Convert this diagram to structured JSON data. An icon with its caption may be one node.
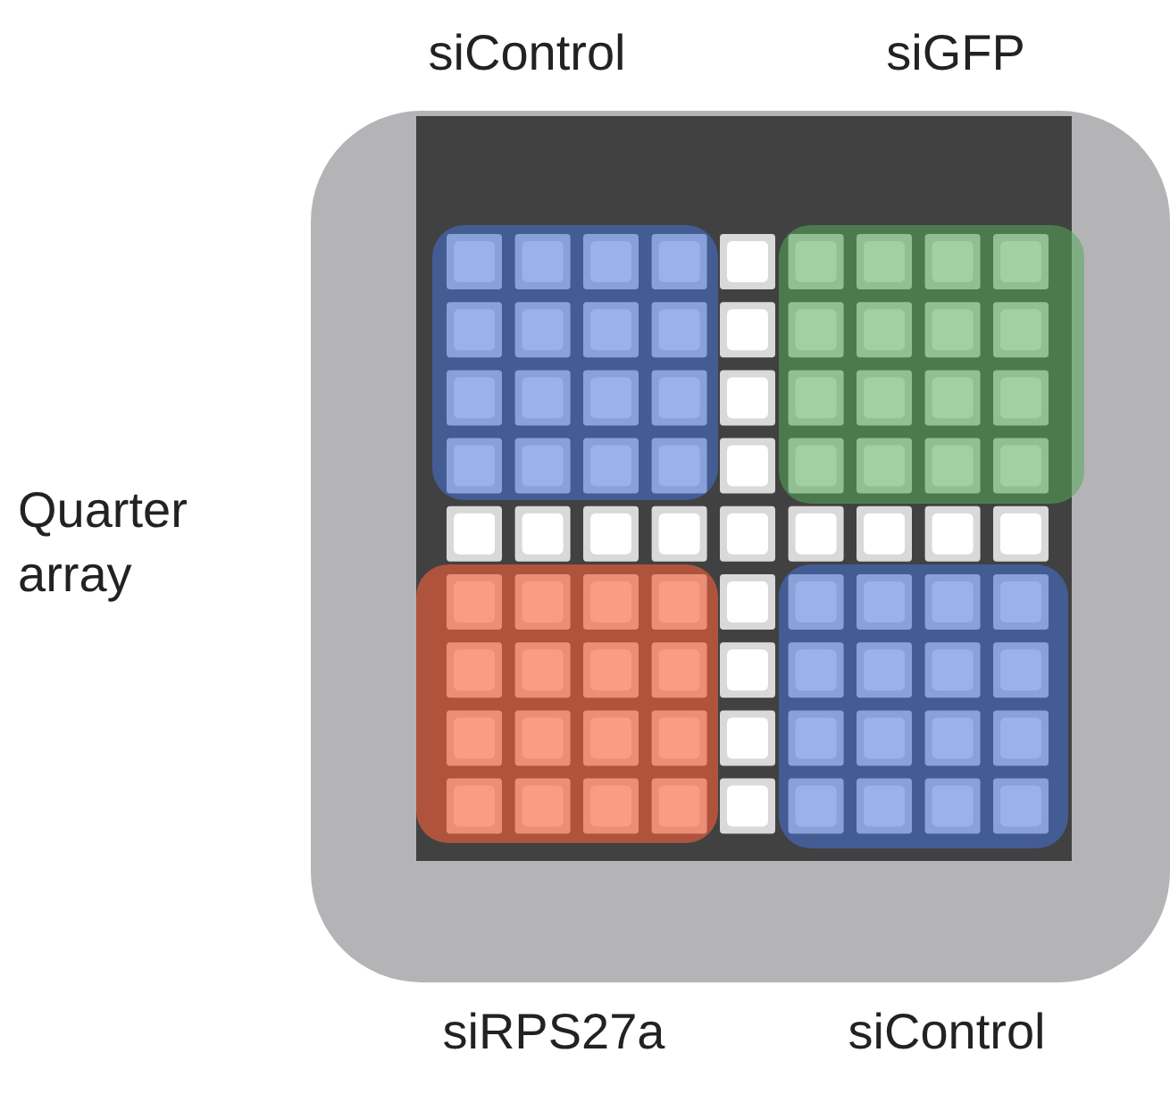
{
  "diagram": {
    "nodes": [
      {
        "text": [
          "Quarter array"
        ]
      },
      {
        "text": [
          "siControl"
        ],
        "in": 0
      },
      {
        "text": [
          "siGFP"
        ],
        "in": 0
      },
      {
        "text": [
          "siRPS27a"
        ],
        "in": 0
      },
      {
        "text": [
          "siControl"
        ],
        "in": 0
      }
    ]
  }
}
